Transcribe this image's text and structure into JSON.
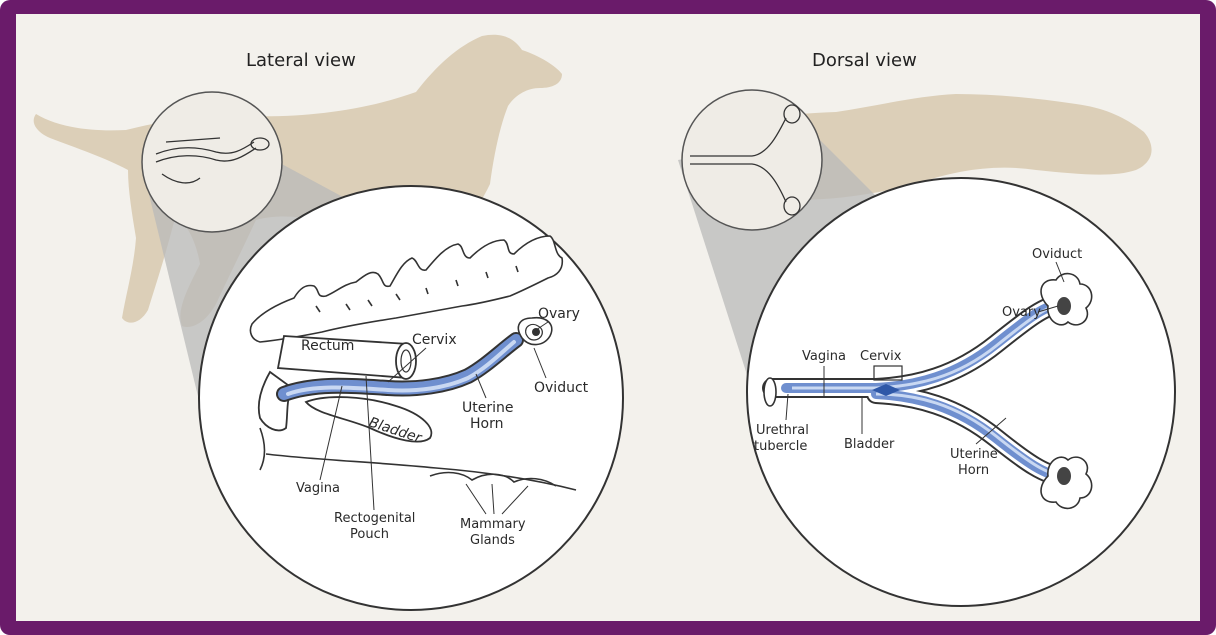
{
  "colors": {
    "border": "#6a1b6a",
    "background": "#f3f1ec",
    "dog_silhouette": "#dccfb8",
    "tract_fill": "#6f8fcf",
    "tract_light": "#c9d8f2",
    "zoom_cone": "#b9b9b9"
  },
  "lateral": {
    "title": "Lateral view",
    "labels": {
      "rectum": "Rectum",
      "cervix": "Cervix",
      "ovary": "Ovary",
      "oviduct": "Oviduct",
      "uterine_horn_1": "Uterine",
      "uterine_horn_2": "Horn",
      "bladder": "Bladder",
      "vagina": "Vagina",
      "rectogenital_1": "Rectogenital",
      "rectogenital_2": "Pouch",
      "mammary_1": "Mammary",
      "mammary_2": "Glands"
    }
  },
  "dorsal": {
    "title": "Dorsal view",
    "labels": {
      "oviduct": "Oviduct",
      "ovary": "Ovary",
      "vagina": "Vagina",
      "cervix": "Cervix",
      "urethral_1": "Urethral",
      "urethral_2": "tubercle",
      "bladder": "Bladder",
      "uterine_horn_1": "Uterine",
      "uterine_horn_2": "Horn"
    }
  }
}
